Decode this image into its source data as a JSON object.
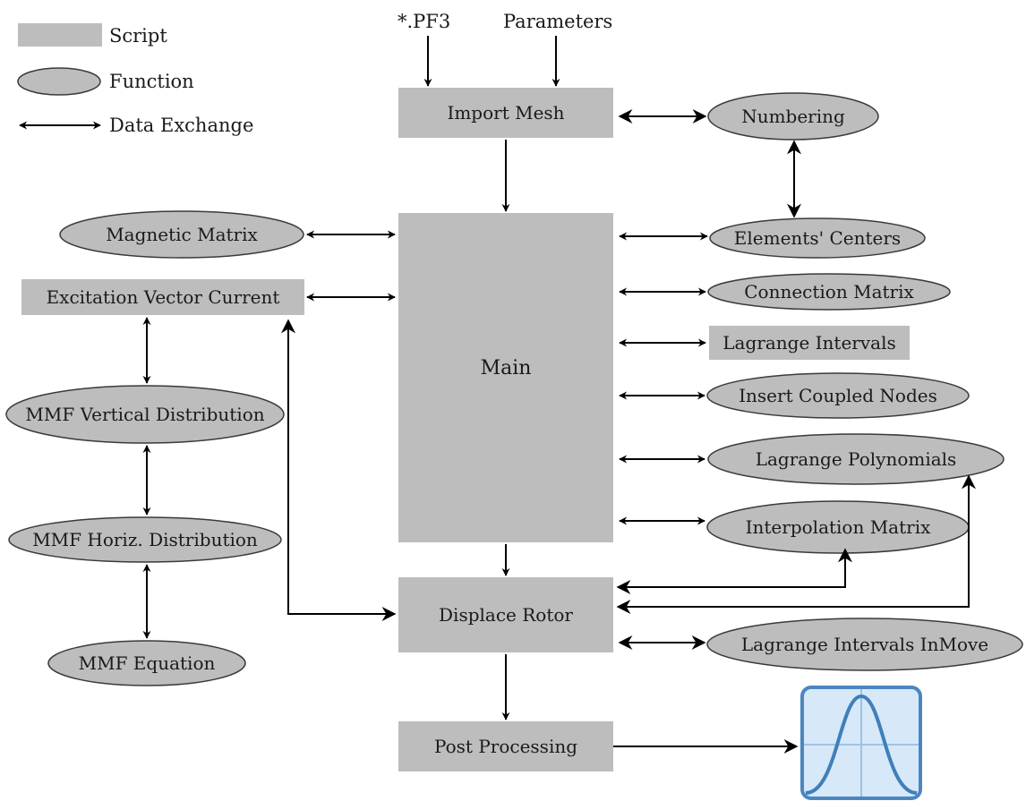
{
  "legend": {
    "script": "Script",
    "function": "Function",
    "data_exchange": "Data Exchange"
  },
  "inputs": {
    "pf3": "*.PF3",
    "parameters": "Parameters"
  },
  "scripts": {
    "import_mesh": "Import Mesh",
    "main": "Main",
    "excitation_vector_current": "Excitation Vector Current",
    "lagrange_intervals": "Lagrange Intervals",
    "displace_rotor": "Displace Rotor",
    "post_processing": "Post Processing"
  },
  "functions": {
    "numbering": "Numbering",
    "magnetic_matrix": "Magnetic Matrix",
    "elements_centers": "Elements' Centers",
    "connection_matrix": "Connection Matrix",
    "insert_coupled_nodes": "Insert Coupled Nodes",
    "lagrange_polynomials": "Lagrange Polynomials",
    "interpolation_matrix": "Interpolation Matrix",
    "lagrange_intervals_inmove": "Lagrange Intervals InMove",
    "mmf_vertical_distribution": "MMF Vertical Distribution",
    "mmf_horiz_distribution": "MMF Horiz. Distribution",
    "mmf_equation": "MMF Equation"
  },
  "colors": {
    "node_fill": "#bdbdbd",
    "plot_frame": "#4a86c0",
    "plot_fill": "#d7e8f8",
    "plot_grid": "#9cc3e6",
    "plot_curve": "#3f7fba"
  },
  "icons": {
    "plot": "bell-curve-plot-icon"
  }
}
